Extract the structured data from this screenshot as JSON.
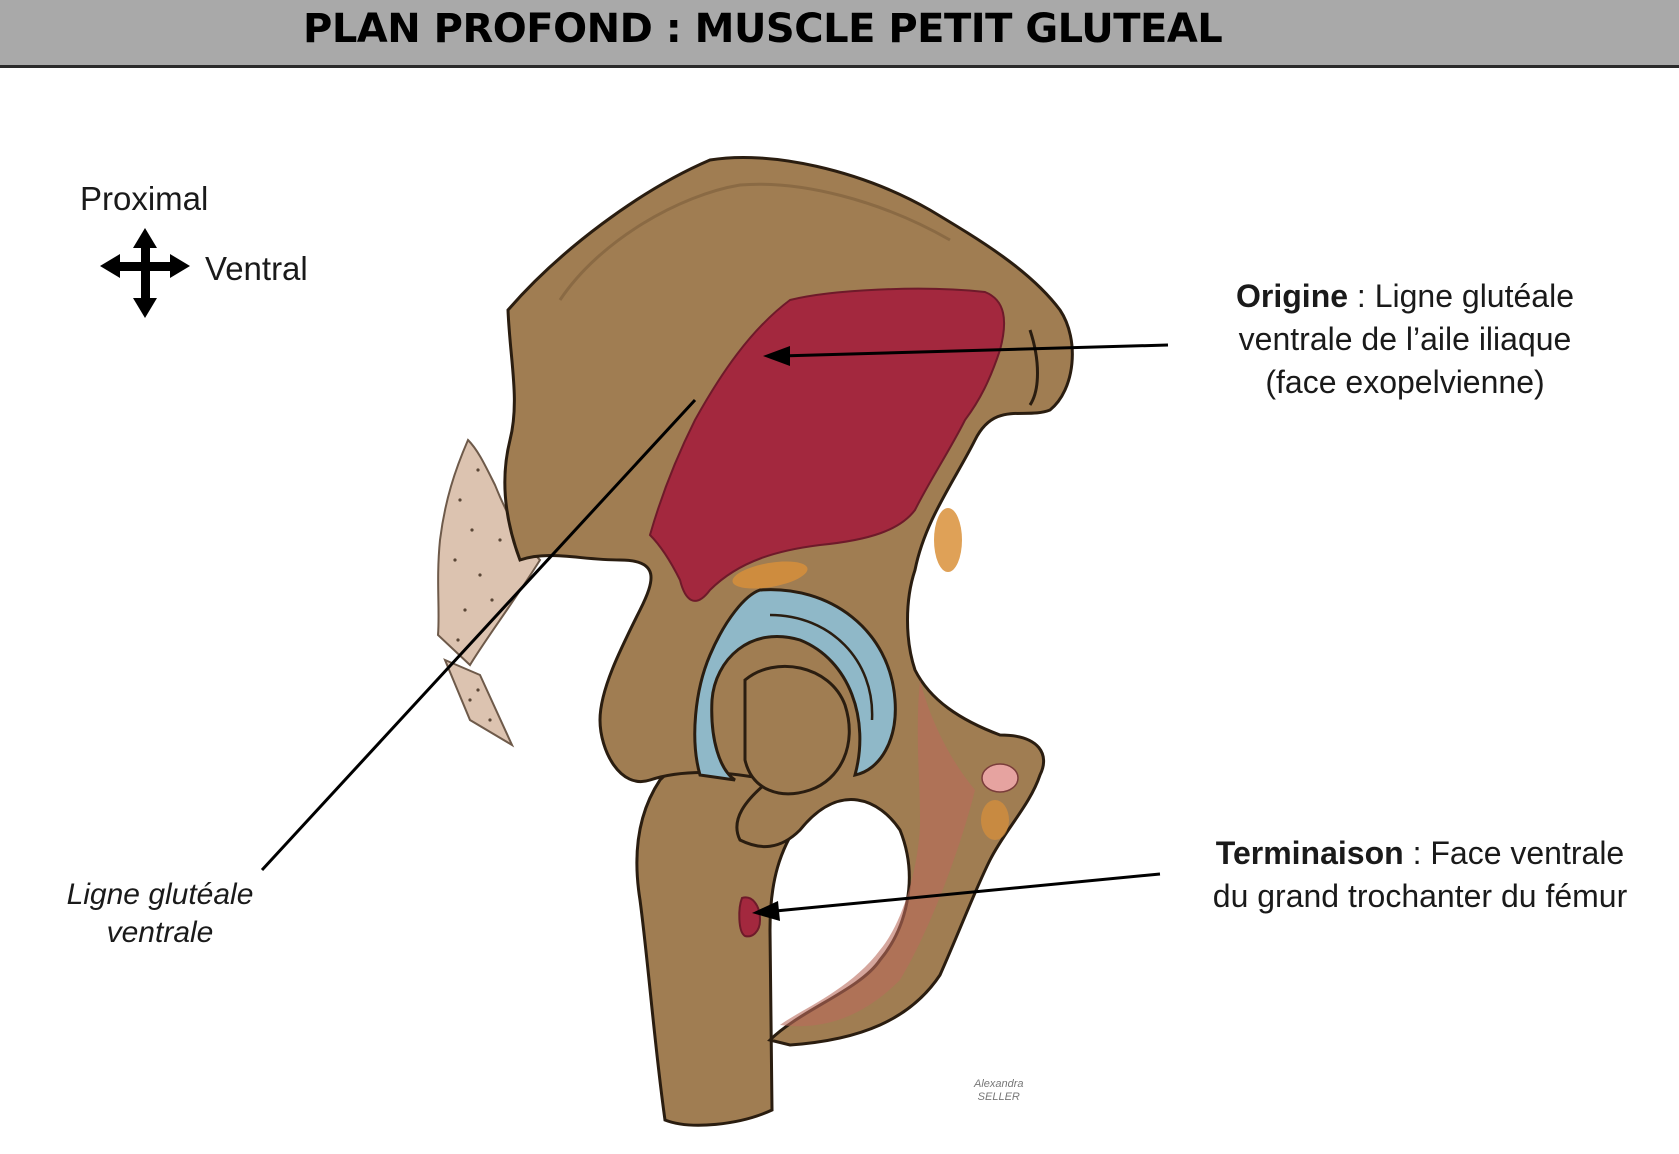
{
  "title": "PLAN PROFOND : MUSCLE PETIT GLUTEAL",
  "orientation": {
    "proximal": "Proximal",
    "ventral": "Ventral"
  },
  "labels": {
    "origine": {
      "term": "Origine",
      "sep": " : ",
      "line1_rest": "Ligne glutéale",
      "line2": "ventrale de l’aile iliaque",
      "line3": "(face exopelvienne)"
    },
    "terminaison": {
      "term": "Terminaison",
      "sep": " : ",
      "line1_rest": "Face ventrale",
      "line2": "du grand trochanter du fémur"
    },
    "ligne_glutéale": {
      "line1": "Ligne glutéale",
      "line2": "ventrale"
    }
  },
  "signature": {
    "line1": "Alexandra",
    "line2": "SELLER"
  },
  "colors": {
    "bone": "#a07d52",
    "bone_outline": "#2a1d10",
    "muscle": "#a3283e",
    "cartilage": "#8fb8c8",
    "sacrum": "#dcc3b0",
    "orange": "#d9903a",
    "header": "#a9a9a9"
  }
}
